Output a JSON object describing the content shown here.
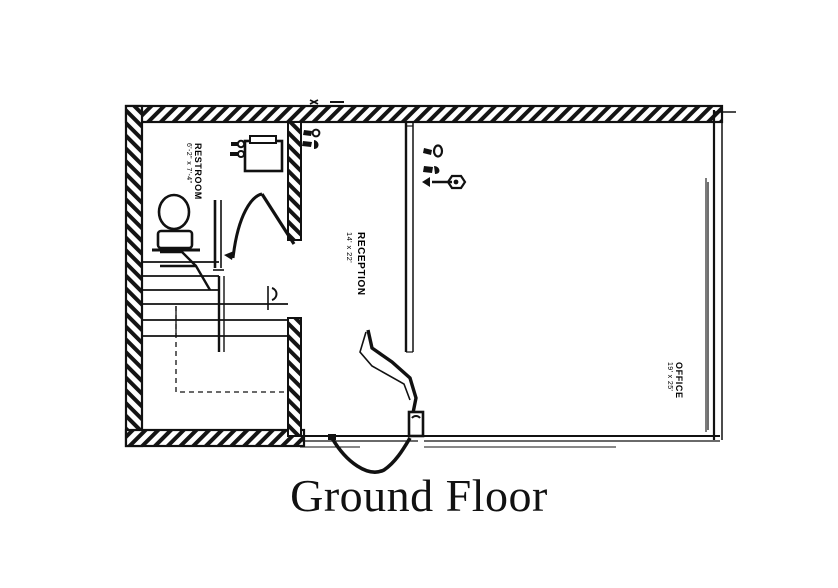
{
  "document": {
    "type": "architectural-floor-plan",
    "title": "Ground Floor",
    "line_color": "#111111",
    "background_color": "#ffffff"
  },
  "rooms": [
    {
      "id": "restroom",
      "name": "RESTROOM",
      "dimensions": "6'-2\" x 7'-4\"",
      "fixtures": [
        "toilet",
        "sink-counter",
        "door-swing"
      ]
    },
    {
      "id": "reception",
      "name": "RECEPTION",
      "dimensions": "14' x 22'",
      "fixtures": [
        "entry-door"
      ]
    },
    {
      "id": "office",
      "name": "OFFICE",
      "dimensions": "19' x 25'",
      "fixtures": [
        "window",
        "electrical-symbols"
      ]
    }
  ],
  "annotations": {
    "stair_label": "",
    "pointer_label": ""
  },
  "icons": {
    "toilet": "toilet-fixture-icon",
    "sink": "sink-fixture-icon",
    "stairs": "stair-run-icon",
    "door_swing": "door-swing-icon",
    "outlet": "electrical-outlet-icon",
    "leader_pointer": "leader-pointer-icon"
  }
}
